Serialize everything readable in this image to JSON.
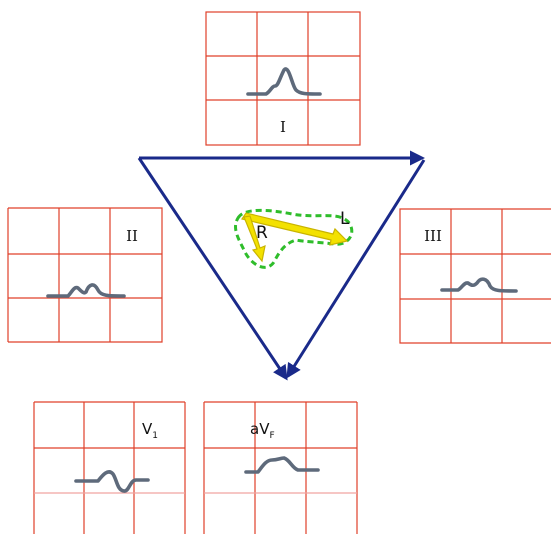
{
  "leads": {
    "lead_I": "I",
    "lead_II": "II",
    "lead_III": "III",
    "lead_V1_base": "V",
    "lead_V1_sub": "1",
    "lead_aVF_base": "aV",
    "lead_aVF_sub": "F"
  },
  "heart": {
    "label_R": "R",
    "label_L": "L"
  },
  "colors": {
    "grid": "#e0402a",
    "trace": "#5e6a7b",
    "triangle": "#1a2a8a",
    "heart_outline": "#2fbd2b",
    "vector_fill": "#f3e100"
  }
}
